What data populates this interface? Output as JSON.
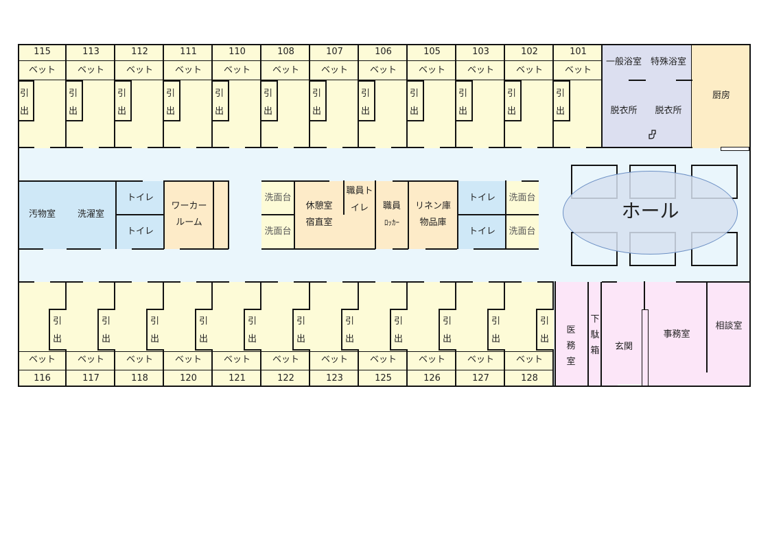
{
  "colors": {
    "room": "#fdfbd7",
    "corridor": "#eaf6fc",
    "blue": "#cfe8f7",
    "orange": "#fdebc8",
    "purple": "#dcdff0",
    "kitchen": "#fdedc6",
    "pink": "#fce6f8",
    "hall": "#dbe5f1",
    "wall": "#111111"
  },
  "top_rooms": [
    {
      "number": "115",
      "bed": "ベット",
      "drawer": "引出"
    },
    {
      "number": "113",
      "bed": "ベット",
      "drawer": "引出"
    },
    {
      "number": "112",
      "bed": "ベット",
      "drawer": "引出"
    },
    {
      "number": "111",
      "bed": "ベット",
      "drawer": "引出"
    },
    {
      "number": "110",
      "bed": "ベット",
      "drawer": "引出"
    },
    {
      "number": "108",
      "bed": "ベット",
      "drawer": "引出"
    },
    {
      "number": "107",
      "bed": "ベット",
      "drawer": "引出"
    },
    {
      "number": "106",
      "bed": "ベット",
      "drawer": "引出"
    },
    {
      "number": "105",
      "bed": "ベット",
      "drawer": "引出"
    },
    {
      "number": "103",
      "bed": "ベット",
      "drawer": "引出"
    },
    {
      "number": "102",
      "bed": "ベット",
      "drawer": "引出"
    },
    {
      "number": "101",
      "bed": "ベット",
      "drawer": "引出"
    }
  ],
  "bottom_rooms": [
    {
      "number": "116",
      "bed": "ベット",
      "drawer": "引出"
    },
    {
      "number": "117",
      "bed": "ベット",
      "drawer": "引出"
    },
    {
      "number": "118",
      "bed": "ベット",
      "drawer": "引出"
    },
    {
      "number": "120",
      "bed": "ベット",
      "drawer": "引出"
    },
    {
      "number": "121",
      "bed": "ベット",
      "drawer": "引出"
    },
    {
      "number": "122",
      "bed": "ベット",
      "drawer": "引出"
    },
    {
      "number": "123",
      "bed": "ベット",
      "drawer": "引出"
    },
    {
      "number": "125",
      "bed": "ベット",
      "drawer": "引出"
    },
    {
      "number": "126",
      "bed": "ベット",
      "drawer": "引出"
    },
    {
      "number": "127",
      "bed": "ベット",
      "drawer": "引出"
    },
    {
      "number": "128",
      "bed": "ベット",
      "drawer": "引出"
    }
  ],
  "top_right": {
    "general_bath": "一般浴室",
    "special_bath": "特殊浴室",
    "changing_room_1": "脱衣所",
    "changing_room_2": "脱衣所",
    "kitchen": "厨房"
  },
  "center": {
    "soiled_room": "汚物室",
    "laundry": "洗濯室",
    "toilet_1": "トイレ",
    "toilet_2": "トイレ",
    "worker_room_line1": "ワーカー",
    "worker_room_line2": "ルーム",
    "washbasin_1": "洗面台",
    "washbasin_2": "洗面台",
    "rest_room": "休憩室",
    "night_duty_room": "宿直室",
    "staff_toilet": "職員トイレ",
    "staff": "職員",
    "locker": "ﾛｯｶｰ",
    "linen_storage": "リネン庫",
    "goods_storage": "物品庫",
    "toilet_3": "トイレ",
    "toilet_4": "トイレ",
    "washbasin_3": "洗面台",
    "washbasin_4": "洗面台",
    "hall": "ホール"
  },
  "bottom_right": {
    "medical_office": "医務室",
    "shoe_box": "下駄箱",
    "entrance": "玄関",
    "office": "事務室",
    "consultation_room": "相談室"
  }
}
